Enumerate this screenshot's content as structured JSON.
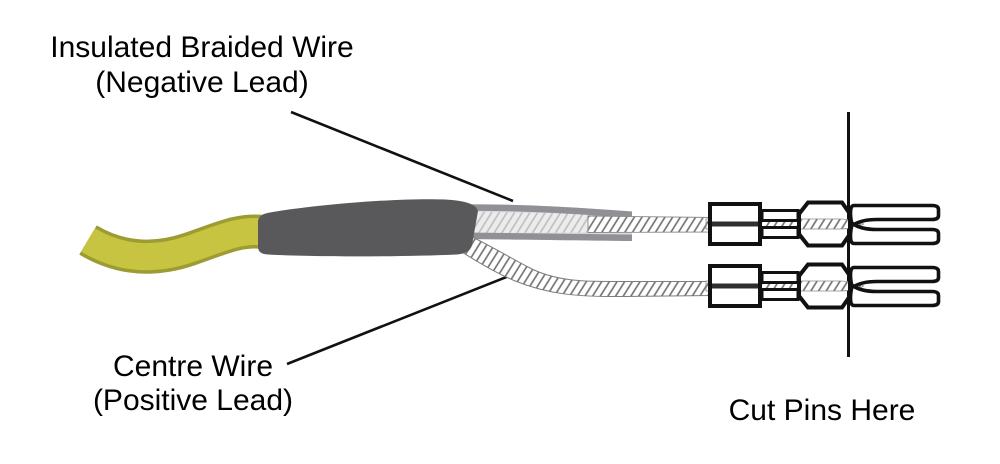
{
  "figure": {
    "labels": {
      "insulated_braided_wire": {
        "line1": "Insulated Braided Wire",
        "line2": "(Negative Lead)"
      },
      "centre_wire": {
        "line1": "Centre Wire",
        "line2": "(Positive Lead)"
      },
      "cut_pins": {
        "text": "Cut Pins Here"
      }
    },
    "colors": {
      "ink": "#111111",
      "cable_yellow": "#c6c440",
      "cable_yellow_dark": "#9d9c32",
      "sleeve_gray": "#59595b",
      "jacket_fill": "#dadada",
      "jacket_edge": "#8f9196",
      "braid_line": "#6e6e6e"
    }
  }
}
